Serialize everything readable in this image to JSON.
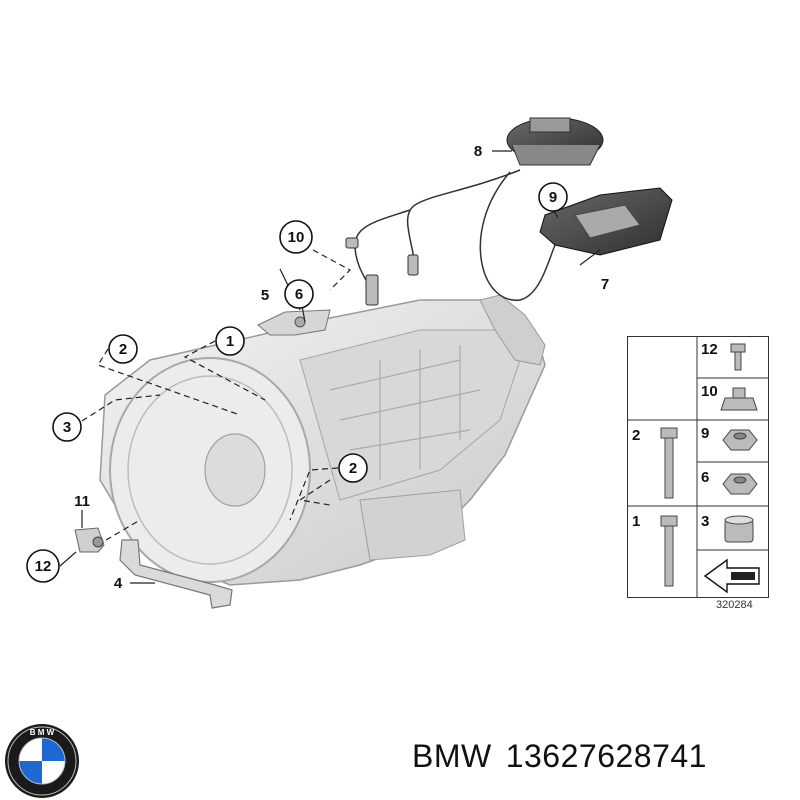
{
  "callouts": [
    "1",
    "2",
    "2",
    "3",
    "4",
    "5",
    "6",
    "7",
    "8",
    "9",
    "10",
    "11",
    "12"
  ],
  "table": {
    "cells": [
      {
        "num": "12",
        "part": "bolt-small"
      },
      {
        "num": "10",
        "part": "clip-nut"
      },
      {
        "num": "2",
        "part": "long-bolt"
      },
      {
        "num": "9",
        "part": "hex-nut"
      },
      {
        "num": "6",
        "part": "hex-nut"
      },
      {
        "num": "1",
        "part": "long-bolt"
      },
      {
        "num": "3",
        "part": "bushing"
      }
    ]
  },
  "diagram_id": "320284",
  "footer": {
    "brand": "BMW",
    "part_number": "13627628741",
    "logo_colors": {
      "blue": "#1c69d4",
      "white": "#ffffff",
      "ring": "#1a1a1a"
    }
  }
}
